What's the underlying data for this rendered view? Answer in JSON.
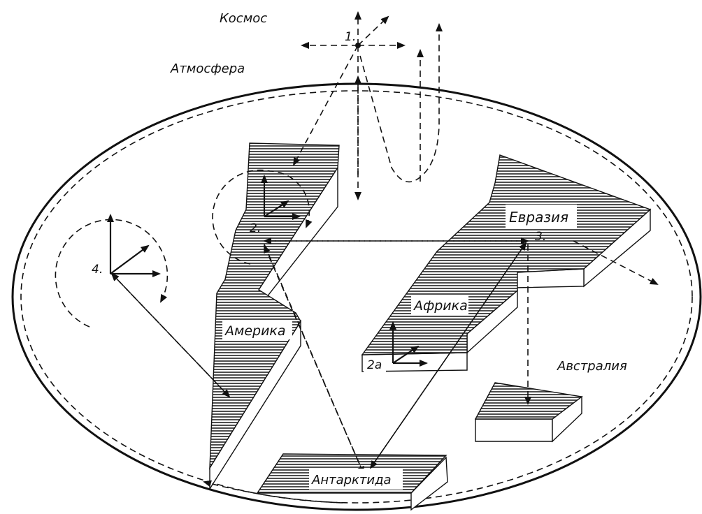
{
  "labels": {
    "space": "Космос",
    "atmosphere": "Атмосфера",
    "eurasia": "Евразия",
    "africa": "Африка",
    "america": "Америка",
    "australia": "Австралия",
    "antarctica": "Антарктида"
  },
  "points": {
    "p1": "1.",
    "p2": "2.",
    "p2a": "2а",
    "p3": "3.",
    "p4": "4."
  }
}
